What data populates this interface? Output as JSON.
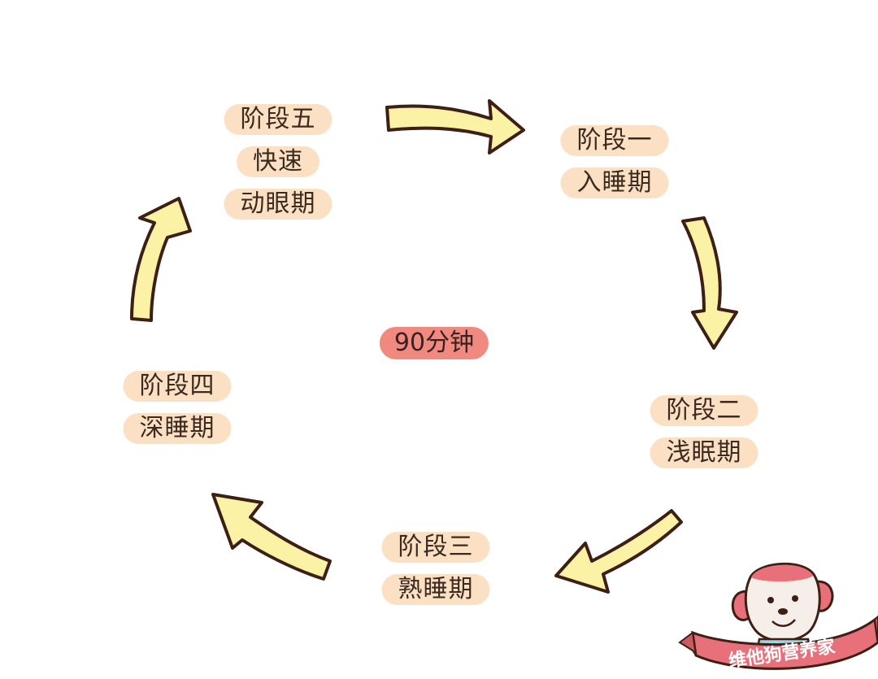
{
  "center": {
    "label": "90分钟"
  },
  "stages": [
    {
      "lines": [
        "阶段一",
        "入睡期"
      ]
    },
    {
      "lines": [
        "阶段二",
        "浅眠期"
      ]
    },
    {
      "lines": [
        "阶段三",
        "熟睡期"
      ]
    },
    {
      "lines": [
        "阶段四",
        "深睡期"
      ]
    },
    {
      "lines": [
        "阶段五",
        "快速",
        "动眼期"
      ]
    }
  ],
  "watermark": {
    "text": "维他狗营养家"
  },
  "colors": {
    "arrow_fill": "#fbf2a6",
    "arrow_stroke": "#3d1f14",
    "label_bg": "#fbe0c4",
    "center_bg": "#f08a80",
    "ribbon": "#e8707a"
  }
}
